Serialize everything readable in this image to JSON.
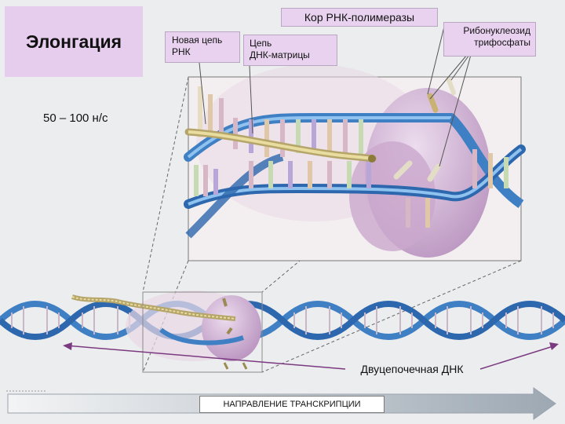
{
  "title": "Элонгация",
  "rate": "50 – 100 н/с",
  "labels": {
    "core": "Кор РНК-полимеразы",
    "new_rna_line1": "Новая цепь",
    "new_rna_line2": "РНК",
    "template_line1": "Цепь",
    "template_line2": "ДНК-матрицы",
    "ntp_line1": "Рибонуклеозид",
    "ntp_line2": "трифосфаты",
    "dsdna": "Двуцепочечная ДНК",
    "direction": "НАПРАВЛЕНИЕ ТРАНСКРИПЦИИ"
  },
  "colors": {
    "label_fill": "#e9d2ef",
    "dna_blue": "#3f7fc4",
    "rna_tan": "#cbbf86",
    "polymerase": "#cdaed0",
    "arrow_line": "#7b3a80"
  }
}
